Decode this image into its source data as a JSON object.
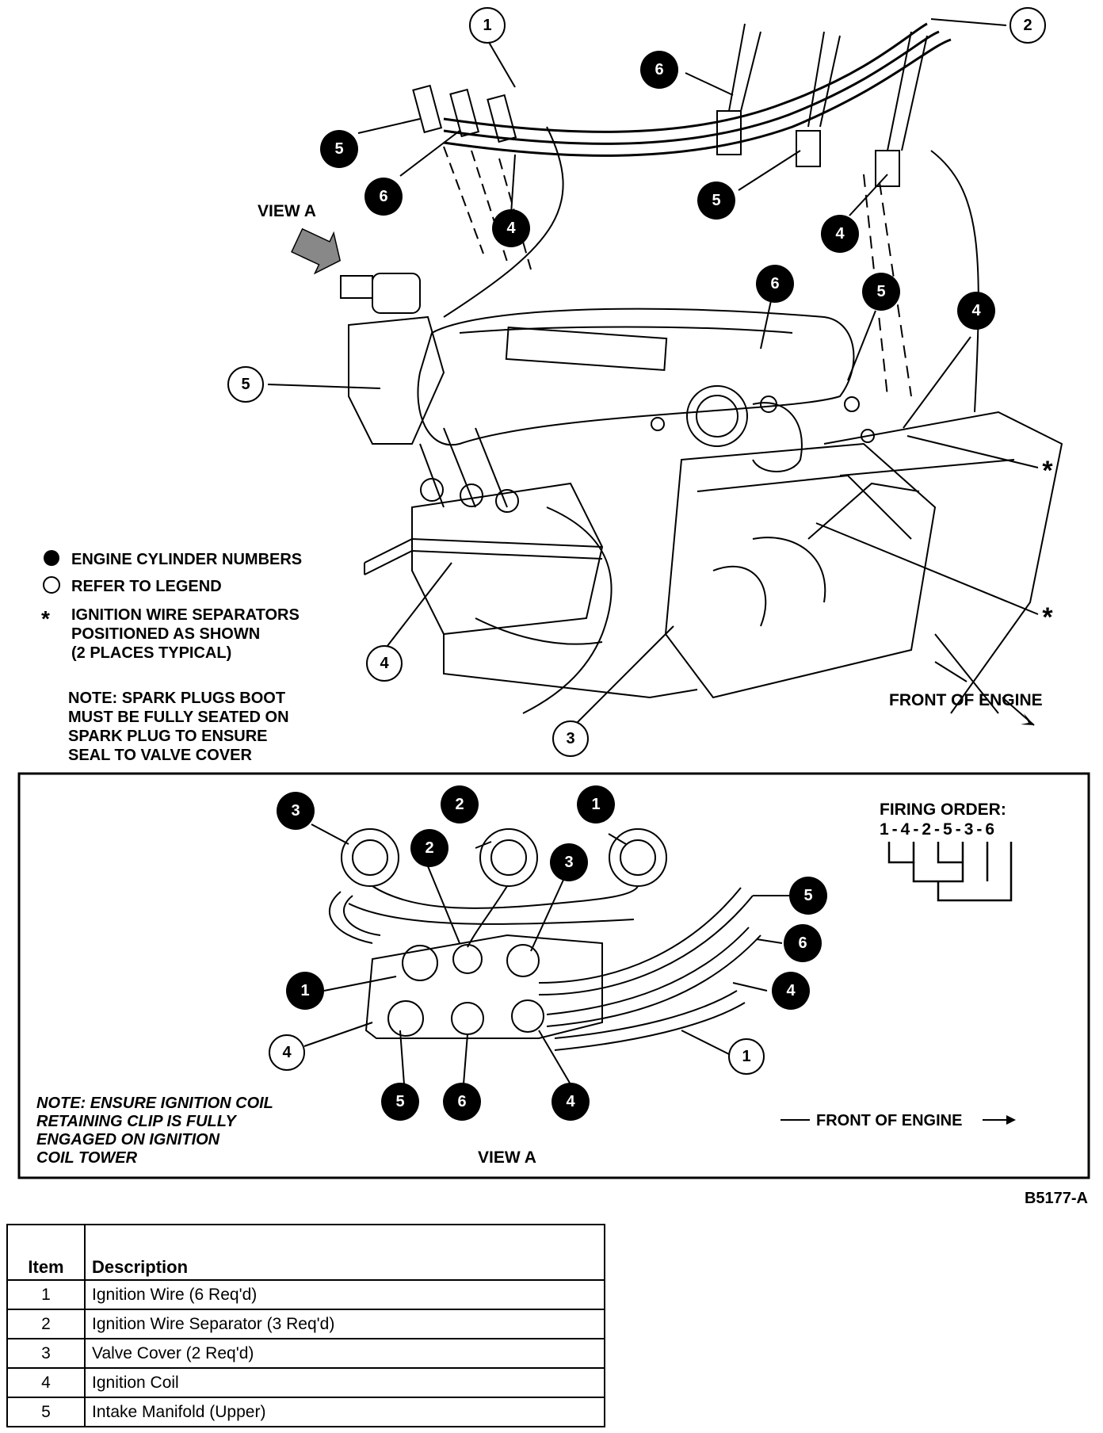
{
  "figure_id": "B5177-A",
  "top_view": {
    "view_a_label": "VIEW A",
    "front_label": "FRONT OF ENGINE",
    "asterisk": "*",
    "legend_key": {
      "filled": "ENGINE CYLINDER NUMBERS",
      "open": "REFER TO LEGEND",
      "asterisk_lines": [
        "IGNITION WIRE SEPARATORS",
        "POSITIONED AS SHOWN",
        "(2 PLACES TYPICAL)"
      ]
    },
    "note_lines": [
      "NOTE: SPARK PLUGS BOOT",
      "MUST BE FULLY SEATED ON",
      "SPARK PLUG TO ENSURE",
      "SEAL TO VALVE COVER"
    ],
    "callouts_open": [
      "1",
      "2",
      "5",
      "4",
      "3"
    ],
    "callouts_filled": [
      "6",
      "5",
      "6",
      "4",
      "5",
      "4",
      "6",
      "5",
      "4"
    ]
  },
  "inset_view": {
    "title": "VIEW A",
    "firing_order_title": "FIRING ORDER:",
    "firing_order": "1-4-2-5-3-6",
    "front_label": "FRONT OF ENGINE",
    "note_lines": [
      "NOTE: ENSURE IGNITION COIL",
      "RETAINING CLIP IS FULLY",
      "ENGAGED ON IGNITION",
      "COIL TOWER"
    ],
    "callouts_open": [
      "4",
      "1"
    ],
    "callouts_filled": [
      "3",
      "2",
      "1",
      "2",
      "3",
      "5",
      "6",
      "4",
      "1",
      "5",
      "6",
      "4"
    ]
  },
  "legend": {
    "headers": [
      "Item",
      "Description"
    ],
    "rows": [
      {
        "item": "1",
        "description": "Ignition Wire (6 Req'd)"
      },
      {
        "item": "2",
        "description": "Ignition Wire Separator (3 Req'd)"
      },
      {
        "item": "3",
        "description": "Valve Cover (2 Req'd)"
      },
      {
        "item": "4",
        "description": "Ignition Coil"
      },
      {
        "item": "5",
        "description": "Intake Manifold (Upper)"
      }
    ]
  }
}
